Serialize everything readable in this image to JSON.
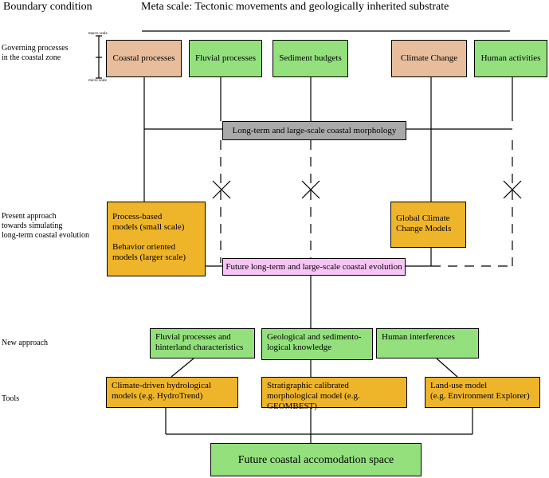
{
  "header": {
    "left_title": "Boundary condition",
    "main_title": "Meta scale: Tectonic movements and geologically inherited substrate"
  },
  "row_labels": {
    "governing": "Governing processes\nin the coastal zone",
    "present": "Present approach\ntowards simulating\nlong-term coastal evolution",
    "new_approach": "New approach",
    "tools": "Tools"
  },
  "scale": {
    "macro": "macro scale",
    "micro": "micro scale"
  },
  "processes": {
    "coastal": "Coastal processes",
    "fluvial": "Fluvial processes",
    "sediment": "Sediment budgets",
    "climate": "Climate Change",
    "human": "Human activities"
  },
  "morphology_bar": "Long-term and large-scale coastal morphology",
  "present": {
    "process_models": "Process-based\nmodels (small scale)",
    "behavior_models": "Behavior oriented\nmodels (larger scale)",
    "gcm": "Global Climate\nChange Models",
    "future_evolution": "Future long-term and large-scale coastal evolution"
  },
  "new_approach_boxes": {
    "fluvial_hinterland": "Fluvial processes and\nhinterland characteristics",
    "geological": "Geological and sedimento-\nlogical knowledge",
    "human_interferences": "Human interferences"
  },
  "tools": {
    "hydrotrend": "Climate-driven hydrological\nmodels (e.g. HydroTrend)",
    "geombest": "Stratigraphic calibrated\nmorphological model (e.g. GEOMBEST)",
    "land_use": "Land-use model\n(e.g. Environment Explorer)"
  },
  "result": "Future coastal accomodation space",
  "colors": {
    "green": "#93e07d",
    "salmon": "#e7bd9c",
    "orange": "#efb52a",
    "grey": "#a9a9a9",
    "pink": "#f7c4f4"
  }
}
